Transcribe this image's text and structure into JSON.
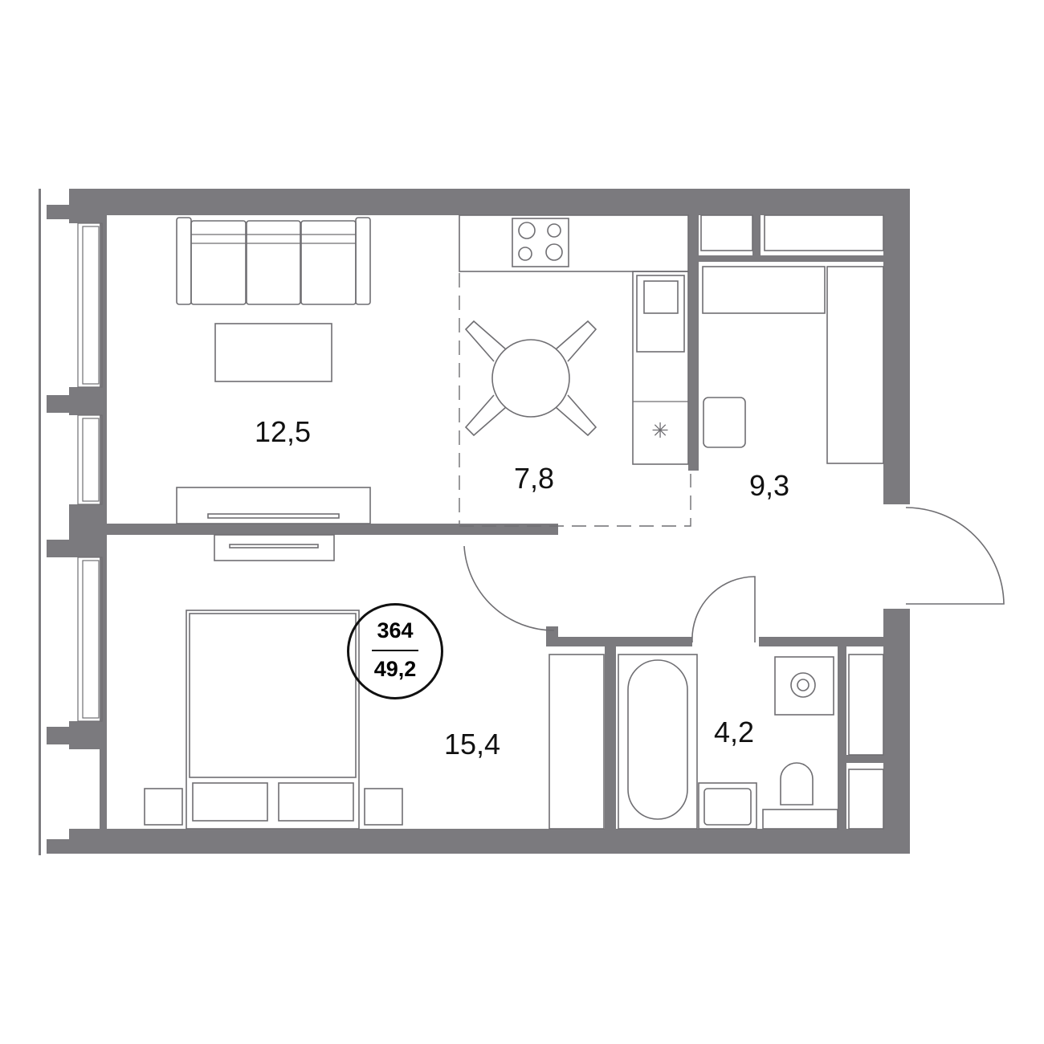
{
  "plan": {
    "apartment_number": "364",
    "total_area": "49,2",
    "rooms": [
      {
        "name": "living-room",
        "area": "12,5"
      },
      {
        "name": "kitchen",
        "area": "7,8"
      },
      {
        "name": "hallway",
        "area": "9,3"
      },
      {
        "name": "bedroom",
        "area": "15,4"
      },
      {
        "name": "bathroom",
        "area": "4,2"
      }
    ]
  },
  "colors": {
    "wall": "#7b7a7e",
    "line": "#6f6e72",
    "text": "#111111"
  }
}
